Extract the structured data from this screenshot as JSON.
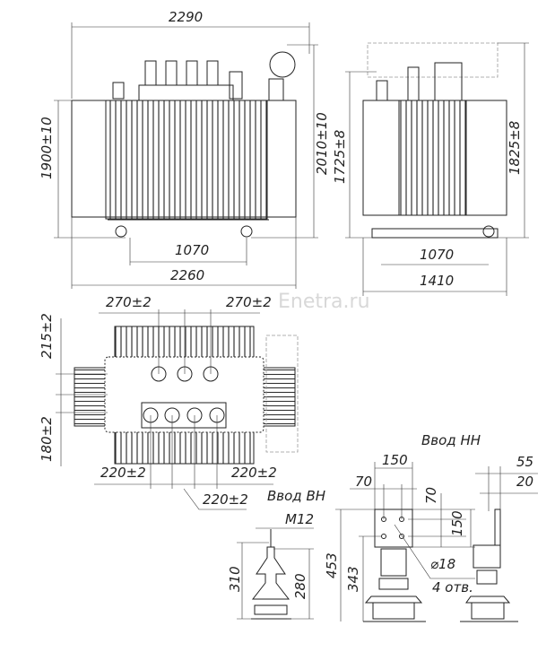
{
  "watermark": "Enetra.ru",
  "front_view": {
    "width_overall": "2290",
    "height_tank": "1900±10",
    "height_total": "2010±10",
    "wheel_track": "1070",
    "base_length": "2260"
  },
  "side_view": {
    "height_tank": "1725±8",
    "height_total": "1825±8",
    "wheel_track": "1070",
    "base_width": "1410"
  },
  "top_view": {
    "hv_spacing_left": "270±2",
    "hv_spacing_right": "270±2",
    "offset_top": "215±2",
    "offset_bottom": "180±2",
    "lv_spacing_left": "220±2",
    "lv_spacing_right": "220±2",
    "lv_spacing_mid": "220±2"
  },
  "hv_bushing": {
    "title": "Ввод ВН",
    "thread": "M12",
    "height_total": "310",
    "height_body": "280"
  },
  "lv_bushing": {
    "title": "Ввод НН",
    "plate_width": "150",
    "hole_spacing": "70",
    "hole_offset": "70",
    "plate_height": "150",
    "height_total": "453",
    "height_lower": "343",
    "hole_diameter": "⌀18",
    "hole_count": "4 отв.",
    "side_width": "55",
    "side_thickness": "20"
  }
}
